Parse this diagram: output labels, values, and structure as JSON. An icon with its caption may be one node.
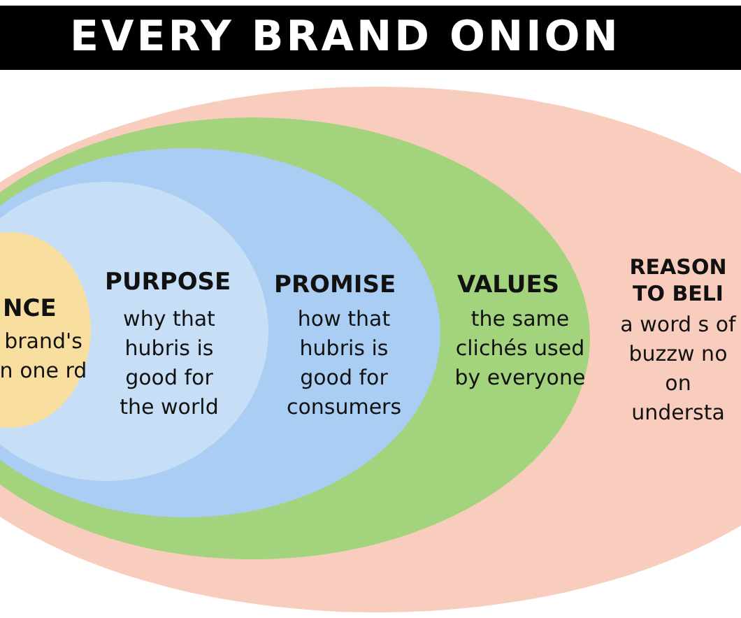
{
  "diagram": {
    "title": "EVERY BRAND ONION",
    "nodes": [
      {
        "text": [
          "REASON TO BELI",
          "a word s of buzzw no on understa"
        ]
      },
      {
        "text": [
          "VALUES",
          "the same clichés used by everyone"
        ],
        "in": 0
      },
      {
        "text": [
          "PROMISE",
          "how that hubris is good for consumers"
        ],
        "in": 1
      },
      {
        "text": [
          "PURPOSE",
          "why that hubris is good for the world"
        ],
        "in": 2
      },
      {
        "text": [
          "NCE",
          "brand's n one rd"
        ],
        "in": 3
      }
    ]
  }
}
